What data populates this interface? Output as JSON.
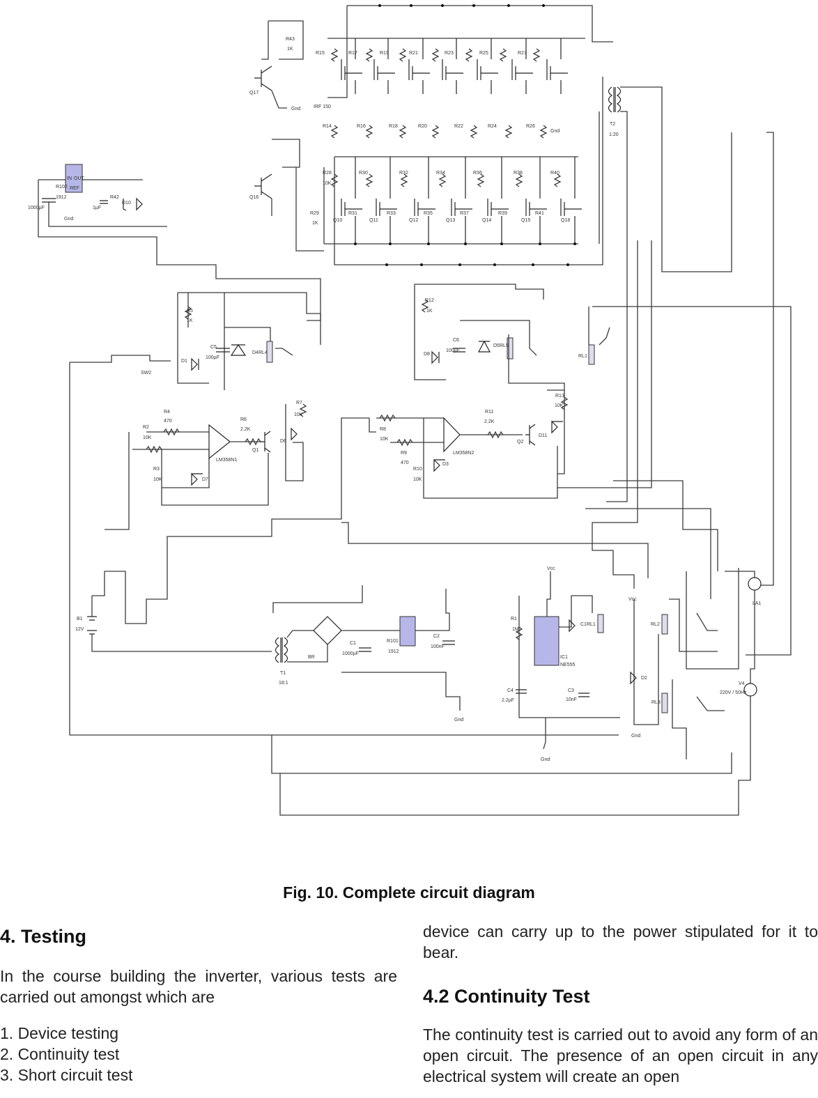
{
  "figure": {
    "caption": "Fig. 10. Complete circuit diagram",
    "labels": {
      "tr_q17": "Q17",
      "tr_q16": "Q16",
      "mosfet_type": "IRF 150",
      "r43": "R43",
      "r43v": "1K",
      "gnd": "Gnd",
      "r15": "R15",
      "r17": "R17",
      "r19": "R19",
      "r21": "R21",
      "r23": "R23",
      "r25": "R25",
      "r27": "R27",
      "k1": "1K",
      "k10": "10K",
      "r14": "R14",
      "r16": "R16",
      "r18": "R18",
      "r20": "R20",
      "r22": "R22",
      "r24": "R24",
      "r26": "R26",
      "r28": "R28",
      "r30": "R30",
      "r32": "R32",
      "r34": "R34",
      "r36": "R36",
      "r38": "R38",
      "r40": "R40",
      "r29": "R29",
      "r31": "R31",
      "r33": "R33",
      "r35": "R35",
      "r37": "R37",
      "r39": "R39",
      "r41": "R41",
      "q10": "Q10",
      "q11": "Q11",
      "q12": "Q12",
      "q13": "Q13",
      "q14": "Q14",
      "q15": "Q15",
      "q18": "Q18",
      "t2": "T2",
      "t2v": "1:20",
      "reg_in": "IN",
      "reg_out": "OUT",
      "reg_ref": "REF",
      "r102": "R102",
      "r102v": "1912",
      "c1000": "1000µF",
      "c1u": "1µF",
      "r42": "R42",
      "d10": "D10",
      "r5": "R5",
      "r5v": "1K",
      "c5": "C5",
      "c5v": "100µF",
      "d4rl4": "D4RL4",
      "d1": "D1",
      "sw2": "SW2",
      "r4": "R4",
      "r4v": "470",
      "r2": "R2",
      "r2v": "10K",
      "r3": "R3",
      "r3v": "10K",
      "r6": "R6",
      "r6v": "2.2K",
      "q1": "Q1",
      "opamp1": "LM358N1",
      "d7": "D7",
      "r7": "R7",
      "r7v": "10K",
      "d6": "D6",
      "r12": "R12",
      "r12v": "1K",
      "c6": "C6",
      "c6v": "100µF",
      "d5rl5": "D5RL5",
      "d8": "D8",
      "rl1": "RL1",
      "r8": "R8",
      "r8v": "10K",
      "r9": "R9",
      "r9v": "470",
      "r10": "R10",
      "r10v": "10K",
      "opamp2": "LM358N2",
      "d3": "D3",
      "r11": "R11",
      "r11v": "2.2K",
      "q2": "Q2",
      "r13": "R13",
      "r13v": "10K",
      "d11": "D11",
      "b1": "B1",
      "b1v": "12V",
      "t1": "T1",
      "t1v": "18:1",
      "br": "BR",
      "c1": "C1",
      "c1v": "1000µF",
      "r101": "R101",
      "r101v": "1912",
      "c2": "C2",
      "c2v": "100nF",
      "vcc": "Vcc",
      "r1": "R1",
      "r1v": "1M",
      "ic1": "IC1",
      "ic1v": "NE555",
      "c4": "C4",
      "c4v": "2.2µF",
      "c3": "C3",
      "c3v": "10nF",
      "c1rl1": "C1RL1",
      "d2": "D2",
      "rl2": "RL2",
      "rl3": "RL3",
      "la1": "LA1",
      "v4": "V4",
      "v4v": "220V / 50Hz"
    }
  },
  "left_column": {
    "section_heading": "4. Testing",
    "intro": "In the course building the inverter, various tests are carried out amongst which are",
    "items": [
      "1. Device testing",
      "2. Continuity test",
      "3. Short circuit test"
    ]
  },
  "right_column": {
    "continued_text": "device can carry up to the power stipulated for it to bear.",
    "subsection_heading": "4.2 Continuity Test",
    "paragraph": "The continuity test is carried out to avoid any form of an open circuit. The presence of an open circuit in any electrical system will create an open"
  }
}
